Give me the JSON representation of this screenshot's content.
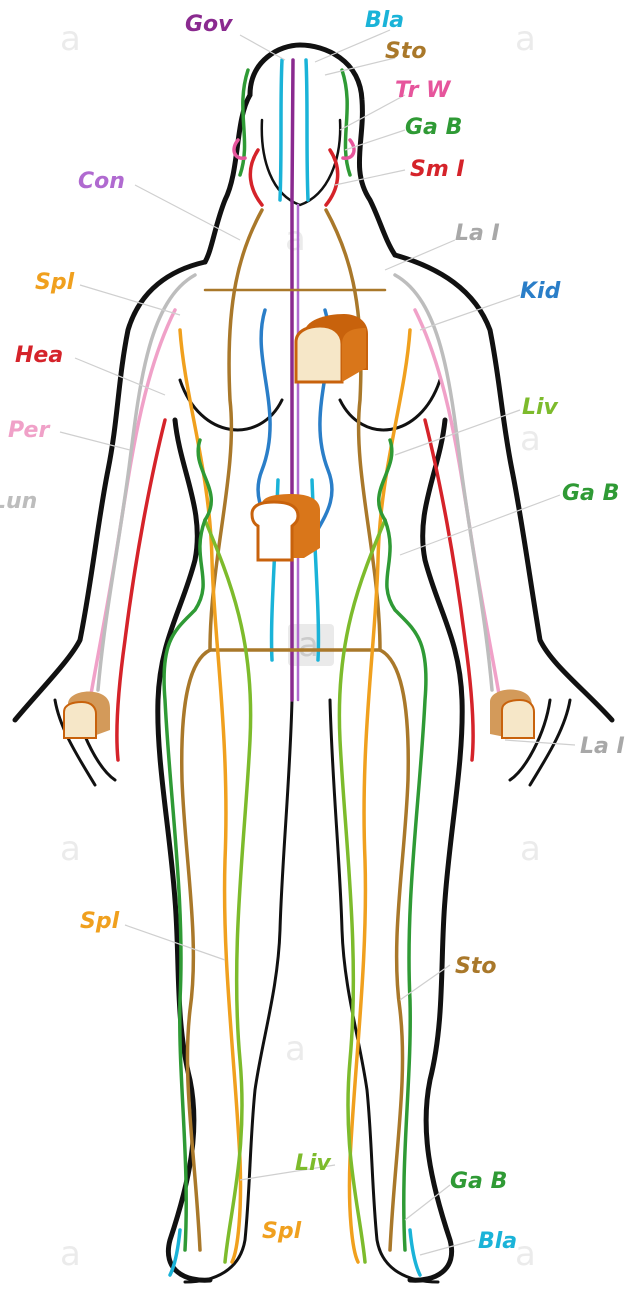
{
  "colors": {
    "governing": "#8a2a8f",
    "bladder": "#1ab3d8",
    "stomach": "#a9782a",
    "triple_warmer": "#e6559c",
    "gall_bladder": "#2f9a35",
    "small_intestine": "#d5232a",
    "conception": "#b06ad0",
    "large_intestine": "#a8a8a8",
    "spleen": "#f0a01e",
    "kidney": "#2a7ec8",
    "heart": "#d5232a",
    "liver": "#7dbb2c",
    "pericardium": "#f0a1c8",
    "lung": "#bdbdbd",
    "outline": "#111111"
  },
  "labels": {
    "gov": "Gov",
    "bla_top": "Bla",
    "sto_top": "Sto",
    "trw": "Tr W",
    "gab_head": "Ga B",
    "smi": "Sm I",
    "con": "Con",
    "lai_neck": "La I",
    "spl_shoulder": "Spl",
    "kid": "Kid",
    "hea": "Hea",
    "liv_chest": "Liv",
    "per": "Per",
    "gab_waist": "Ga B",
    "lun_partial": "Lun",
    "lai_hand": "La I",
    "spl_thigh": "Spl",
    "sto_knee": "Sto",
    "liv_ankle": "Liv",
    "gab_ankle": "Ga B",
    "spl_foot": "Spl",
    "bla_foot": "Bla"
  },
  "watermark": "a",
  "icons": [
    "bread-loaf-icon",
    "bread-slice-icon"
  ]
}
